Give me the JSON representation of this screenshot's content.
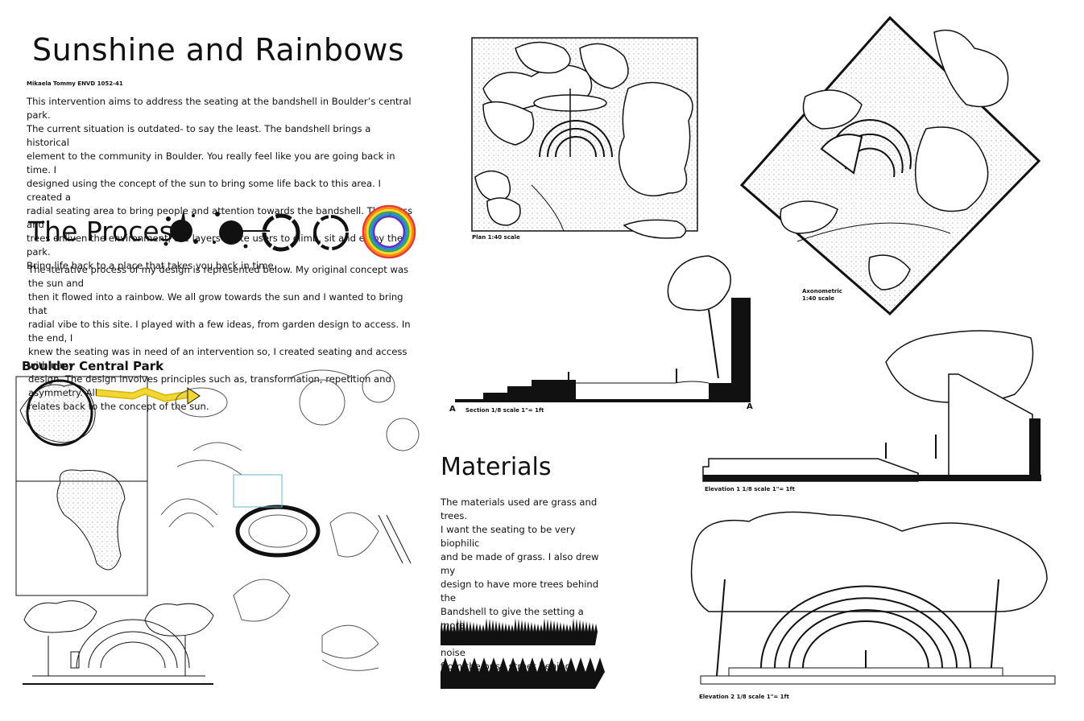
{
  "title": "Sunshine and Rainbows",
  "author": "Mikaela Tommy ENVD 1052-41",
  "intro": [
    "This intervention aims to address the seating at the bandshell in Boulder’s central park.",
    "The current situation is outdated- to say the least. The bandshell brings a historical",
    "element to the community in Boulder. You really feel like you are going back in time. I",
    "designed using the concept of the sun to bring some life back to this area. I created a",
    "radial seating area to bring people and attention towards the bandshell. The grass and",
    "trees enliven the environment, the layers invite users to climb, sit and enjoy the park.",
    "Bring life back to a place that takes you back in time."
  ],
  "process_heading": "The Process",
  "process_text": [
    "The iterative process of my design is represented below. My original concept was the sun and",
    "then it flowed into a rainbow. We all grow towards the sun and I wanted to bring that",
    "radial vibe to this site. I played with a few ideas, from garden design to access. In the end, I",
    "knew the seating was in need of an intervention so, I created seating and access within my",
    "design. The design involves principles such as, transformation, repetition and asymmetry. All",
    "relates back to the concept of the sun."
  ],
  "park_heading": "Boulder Central Park",
  "materials_heading": "Materials",
  "materials_text": [
    "The materials used are grass and trees.",
    "I want the seating to be very biophilic",
    "and be made of grass. I also drew my",
    "design to have more trees behind the",
    "Bandshell to give the setting a more",
    "natural feel and block out the noise",
    "from the busy street behind."
  ],
  "captions": {
    "plan": "Plan  1:40 scale",
    "axon_1": "Axonometric",
    "axon_2": "1:40 scale",
    "section": "Section   1/8 scale 1\"= 1ft",
    "section_a": "A",
    "section_a1": "A",
    "elev1": "Elevation 1     1/8 scale 1\"= 1ft",
    "elev2": "Elevation 2     1/8 scale 1\"= 1ft"
  },
  "colors": {
    "ink": "#111111",
    "highlight": "#f2d635",
    "sketch_blue": "#6fb7c8"
  },
  "rainbow_colors": [
    "#e53935",
    "#fb8c00",
    "#fdd835",
    "#43a047",
    "#1e88e5",
    "#5e35b1"
  ]
}
